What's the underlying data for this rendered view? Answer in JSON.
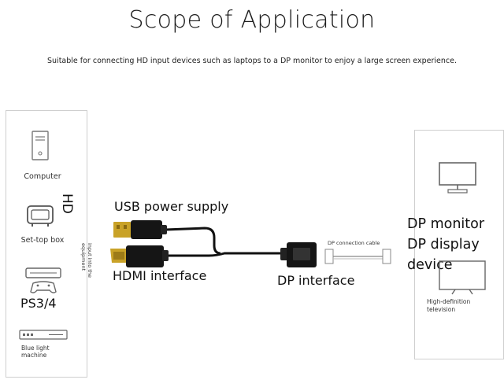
{
  "header": {
    "title": "Scope of Application",
    "subtitle": "Suitable for connecting HD input devices such as laptops to a DP monitor to enjoy a large screen experience."
  },
  "left_panel": {
    "hd_label": "HD",
    "side_label": "input into the equipment",
    "devices": [
      {
        "label": "Computer",
        "icon": "computer-tower-icon"
      },
      {
        "label": "Set-top box",
        "icon": "set-top-box-icon"
      },
      {
        "label": "PS3/4",
        "icon": "game-console-icon"
      },
      {
        "label": "Blue light machine",
        "icon": "bluray-player-icon"
      }
    ]
  },
  "cable": {
    "usb_label": "USB power supply",
    "hdmi_label": "HDMI interface",
    "dp_label": "DP interface",
    "dp_cable_label": "DP connection cable"
  },
  "right_panel": {
    "main_label_lines": [
      "DP monitor",
      "DP display",
      "device"
    ],
    "tv_label": "High-definition television",
    "icons": [
      "monitor-icon",
      "television-icon"
    ]
  },
  "colors": {
    "plug_gold": "#c9a227",
    "cable_black": "#111111",
    "panel_border": "#cfcfcf"
  }
}
